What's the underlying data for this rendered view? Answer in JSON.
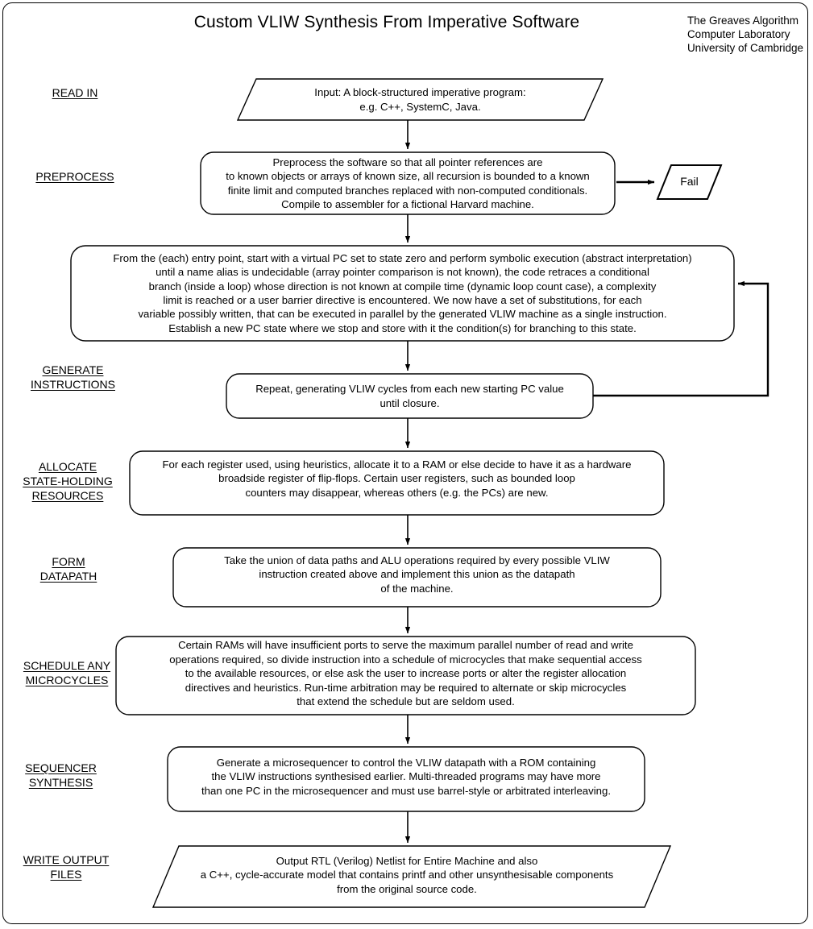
{
  "page": {
    "title": "Custom VLIW Synthesis From Imperative Software",
    "credits": [
      "The Greaves Algorithm",
      "Computer Laboratory",
      "University of Cambridge"
    ]
  },
  "stage_labels": [
    {
      "id": "read-in",
      "lines": [
        "READ IN"
      ]
    },
    {
      "id": "preprocess",
      "lines": [
        "PREPROCESS"
      ]
    },
    {
      "id": "generate-instructions",
      "lines": [
        "GENERATE",
        "INSTRUCTIONS"
      ]
    },
    {
      "id": "allocate-state-holding-resources",
      "lines": [
        "ALLOCATE",
        "STATE-HOLDING",
        "RESOURCES"
      ]
    },
    {
      "id": "form-datapath",
      "lines": [
        "FORM",
        "DATAPATH"
      ]
    },
    {
      "id": "schedule-any-microcycles",
      "lines": [
        "SCHEDULE ANY",
        "MICROCYCLES"
      ]
    },
    {
      "id": "sequencer-synthesis",
      "lines": [
        "SEQUENCER",
        "SYNTHESIS"
      ]
    },
    {
      "id": "write-output-files",
      "lines": [
        "WRITE OUTPUT",
        "FILES"
      ]
    }
  ],
  "nodes": {
    "input": {
      "shape": "parallelogram",
      "lines": [
        "Input: A block-structured imperative program:",
        "e.g. C++, SystemC, Java."
      ]
    },
    "preprocess": {
      "shape": "rounded-rect",
      "lines": [
        "Preprocess the software so that all pointer references are",
        "to known objects or arrays of known size, all recursion is bounded to a known",
        "finite limit and computed branches replaced with non-computed conditionals.",
        "Compile to assembler for a fictional Harvard machine."
      ]
    },
    "fail": {
      "shape": "parallelogram",
      "lines": [
        "Fail"
      ]
    },
    "symbolic_execution": {
      "shape": "rounded-rect",
      "lines": [
        "From the (each) entry point, start with a virtual PC set to state zero and perform symbolic execution (abstract interpretation)",
        "until a name alias is undecidable (array pointer comparison is not known), the code retraces a conditional",
        "branch (inside a loop) whose direction is not known at compile time (dynamic loop count case), a complexity",
        "limit is reached or a user barrier directive is encountered.  We now have a set of substitutions, for each",
        "variable possibly written, that can be executed in parallel by the generated VLIW machine as a single instruction.",
        "Establish a new PC state where we stop and store with it the condition(s) for branching to this state."
      ]
    },
    "repeat": {
      "shape": "rounded-rect",
      "lines": [
        "Repeat, generating VLIW cycles from each new starting PC value",
        "until closure."
      ]
    },
    "allocate": {
      "shape": "rounded-rect",
      "lines": [
        "For each register used, using heuristics, allocate it to a RAM or else decide to have it as a hardware",
        "broadside register of flip-flops. Certain user registers, such as bounded loop",
        "counters may disappear, whereas others (e.g. the PCs) are new."
      ]
    },
    "datapath": {
      "shape": "rounded-rect",
      "lines": [
        "Take the union of data paths and ALU operations required by every possible VLIW",
        "instruction created above and implement this union as the datapath",
        "of the machine."
      ]
    },
    "microcycles": {
      "shape": "rounded-rect",
      "lines": [
        "Certain RAMs will have insufficient ports to serve the maximum parallel number of read and write",
        "operations required, so divide instruction into a schedule of microcycles that make sequential access",
        "to the available resources, or else ask the user to increase ports or alter the register allocation",
        "directives and heuristics.  Run-time arbitration may be required to alternate or skip microcycles",
        "that extend the schedule but are seldom used."
      ]
    },
    "sequencer": {
      "shape": "rounded-rect",
      "lines": [
        "Generate a microsequencer to control the VLIW datapath with a ROM containing",
        "the VLIW instructions synthesised earlier.  Multi-threaded programs may have more",
        "than one PC in the microsequencer and must use barrel-style  or arbitrated interleaving."
      ]
    },
    "output": {
      "shape": "parallelogram",
      "lines": [
        "Output RTL (Verilog) Netlist for Entire Machine and also",
        "a C++, cycle-accurate  model that contains printf and other unsynthesisable components",
        "from the original source code."
      ]
    }
  },
  "colors": {
    "stroke": "#000000",
    "background": "#ffffff"
  }
}
